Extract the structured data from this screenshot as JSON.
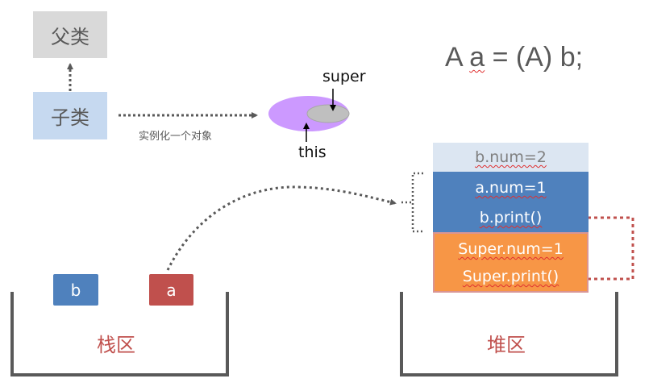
{
  "class_hierarchy": {
    "parent_label": "父类",
    "child_label": "子类",
    "instantiate_label": "实例化一个对象"
  },
  "object_diagram": {
    "super_label": "super",
    "this_label": "this",
    "outer_color": "#cc99ff",
    "inner_color": "#bfbfbf"
  },
  "code": {
    "prefix": "A ",
    "var": "a",
    "suffix": " = (A) b;"
  },
  "heap": {
    "label": "堆区",
    "rows": [
      {
        "text": "b.num=2",
        "group": "b"
      },
      {
        "text": "a.num=1",
        "group": "a"
      },
      {
        "text": "b.print()",
        "group": "a"
      },
      {
        "text": "Super.num=1",
        "group": "super"
      },
      {
        "text": "Super.print()",
        "group": "super"
      }
    ],
    "colors": {
      "b": "#dce6f2",
      "a": "#4f81bd",
      "super": "#f79646",
      "arrow": "#c0504d"
    }
  },
  "stack": {
    "label": "栈区",
    "vars": [
      {
        "name": "b",
        "color": "#4f81bd"
      },
      {
        "name": "a",
        "color": "#c0504d"
      }
    ]
  }
}
